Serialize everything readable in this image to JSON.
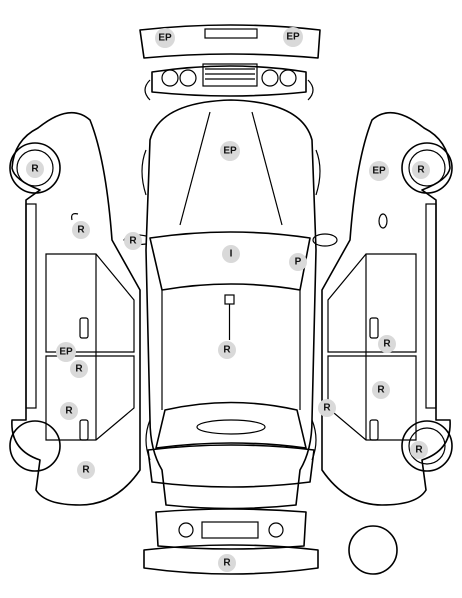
{
  "diagram": {
    "markers": [
      {
        "id": "front-left-ep",
        "code": "EP"
      },
      {
        "id": "front-right-ep",
        "code": "EP"
      },
      {
        "id": "hood",
        "code": "EP"
      },
      {
        "id": "windshield",
        "code": "I"
      },
      {
        "id": "right-mirror",
        "code": "P"
      },
      {
        "id": "left-mirror",
        "code": "R"
      },
      {
        "id": "roof",
        "code": "R"
      },
      {
        "id": "left-front-wheel",
        "code": "R"
      },
      {
        "id": "left-fender",
        "code": "R"
      },
      {
        "id": "left-rocker-ep",
        "code": "EP"
      },
      {
        "id": "left-rear-door",
        "code": "R"
      },
      {
        "id": "left-rear-door-lower",
        "code": "R"
      },
      {
        "id": "left-quarter",
        "code": "R"
      },
      {
        "id": "right-front-wheel",
        "code": "R"
      },
      {
        "id": "right-fender",
        "code": "EP"
      },
      {
        "id": "right-front-door",
        "code": "R"
      },
      {
        "id": "right-rear-door",
        "code": "R"
      },
      {
        "id": "right-rear-wheel",
        "code": "R"
      },
      {
        "id": "right-mirror-low",
        "code": "R"
      },
      {
        "id": "rear-bumper",
        "code": "R"
      }
    ]
  }
}
